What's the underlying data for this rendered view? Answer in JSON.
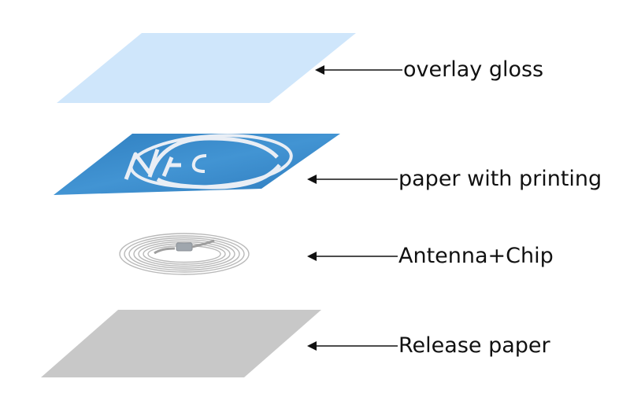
{
  "layers": [
    {
      "id": "overlay",
      "label": "overlay gloss",
      "color": "#cfe6fb"
    },
    {
      "id": "paper",
      "label": "paper with printing",
      "color": "#3a86c6",
      "logo_text": "NFC"
    },
    {
      "id": "antenna",
      "label": "Antenna+Chip",
      "color": "#c9c9c9"
    },
    {
      "id": "release",
      "label": "Release paper",
      "color": "#c8c8c8"
    }
  ],
  "arrow_color": "#111111"
}
